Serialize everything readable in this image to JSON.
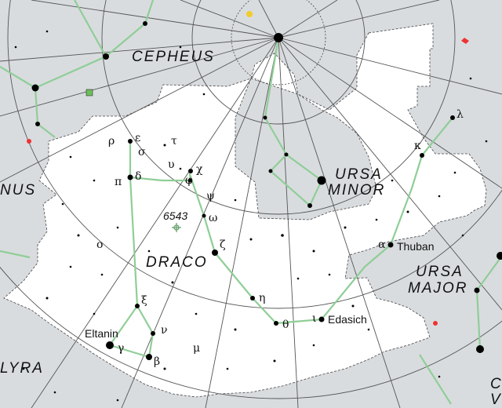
{
  "constellations": {
    "cepheus": "CEPHEUS",
    "draco": "DRACO",
    "ursa_minor_1": "URSA",
    "ursa_minor_2": "MINOR",
    "ursa_major_1": "URSA",
    "ursa_major_2": "MAJOR",
    "lyra": "LYRA",
    "cygnus_fragment": "NUS",
    "canes_fragment_1": "C",
    "canes_fragment_2": "V"
  },
  "star_names": {
    "thuban": "Thuban",
    "edasich": "Edasich",
    "eltanin": "Eltanin"
  },
  "greek": {
    "rho": "ρ",
    "epsilon": "ε",
    "sigma": "σ",
    "tau": "τ",
    "upsilon": "υ",
    "pi": "π",
    "delta": "δ",
    "chi": "χ",
    "phi": "φ",
    "psi": "ψ",
    "omega": "ω",
    "omicron": "ο",
    "zeta": "ζ",
    "eta": "η",
    "xi": "ξ",
    "nu": "ν",
    "gamma": "γ",
    "beta": "β",
    "mu": "μ",
    "theta": "θ",
    "iota": "ι",
    "alpha": "α",
    "kappa": "κ",
    "lambda": "λ"
  },
  "objects": {
    "ngc": "6543"
  },
  "colors": {
    "background": "#d9dcdf",
    "constellation_area": "#ffffff",
    "stick_figure": "#8fce97",
    "grid": "#555555",
    "boundary": "#444444",
    "nebula_marker": "#6aa36f"
  }
}
